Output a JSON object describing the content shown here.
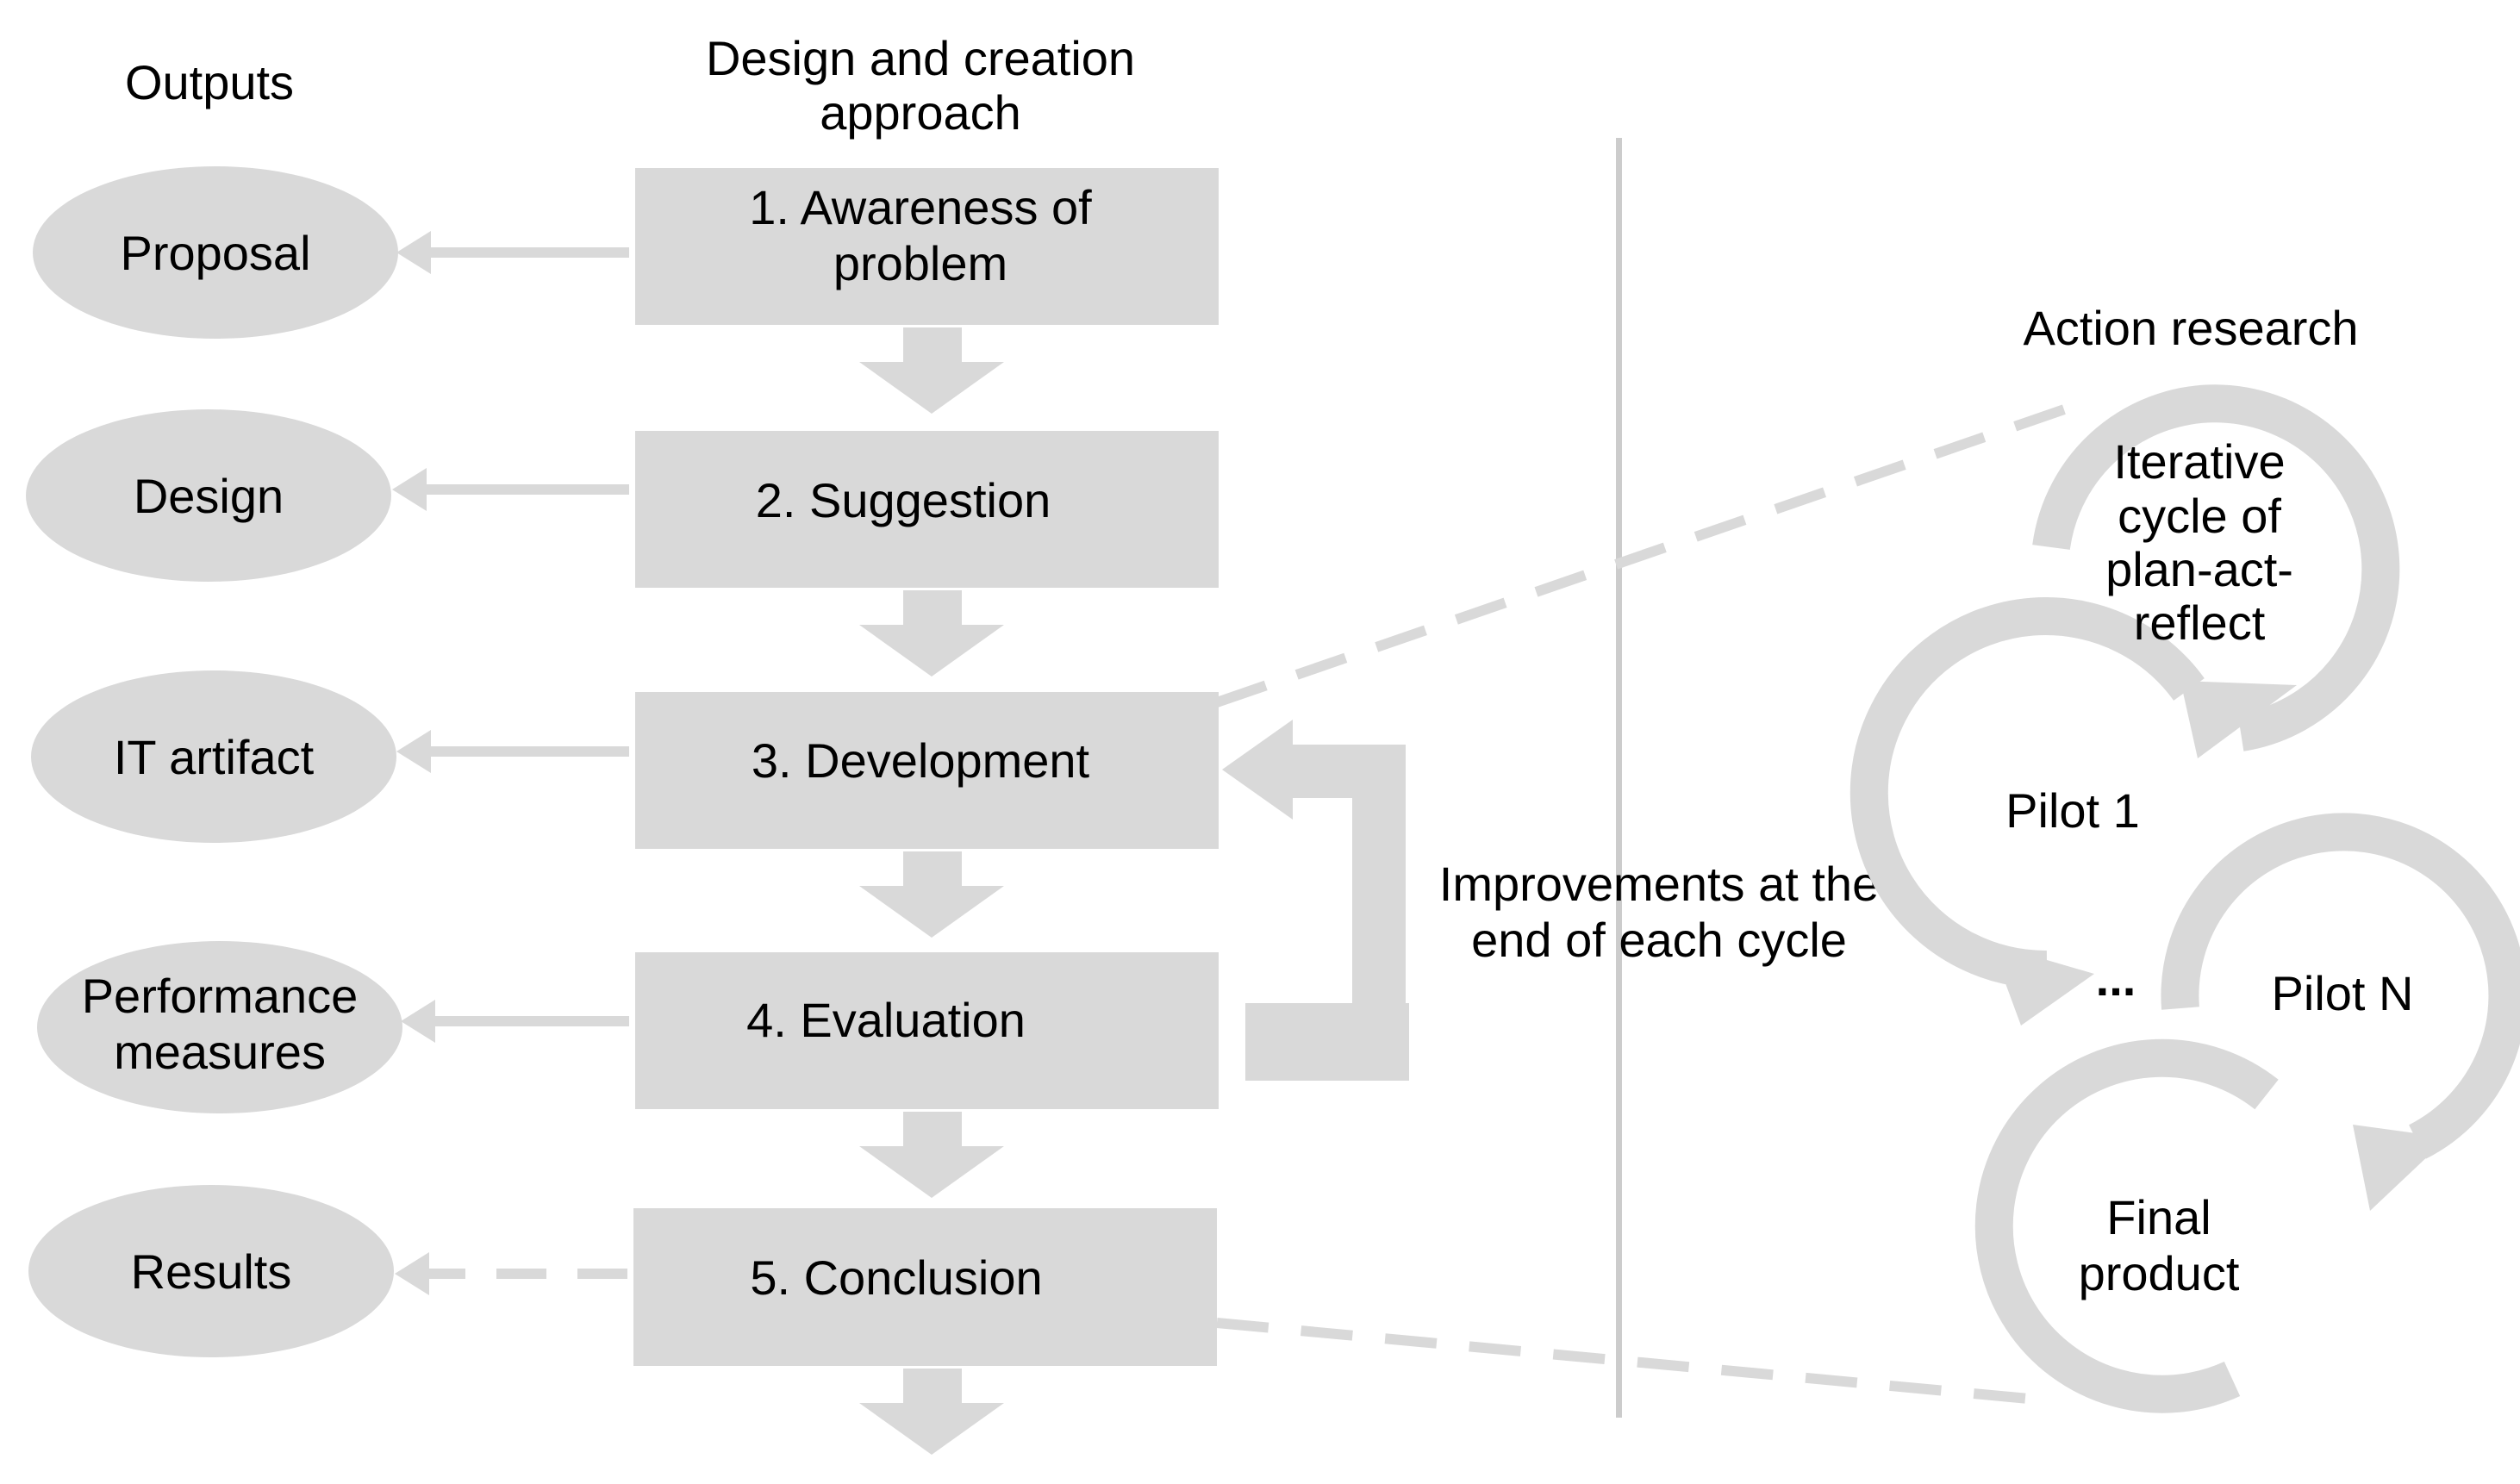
{
  "headers": {
    "outputs": "Outputs",
    "approach_line1": "Design and creation",
    "approach_line2": "approach",
    "action_research": "Action research"
  },
  "steps": [
    {
      "line1": "1. Awareness of",
      "line2": "problem"
    },
    {
      "line1": "2. Suggestion"
    },
    {
      "line1": "3. Development"
    },
    {
      "line1": "4. Evaluation"
    },
    {
      "line1": "5. Conclusion"
    }
  ],
  "outputs": [
    {
      "line1": "Proposal"
    },
    {
      "line1": "Design"
    },
    {
      "line1": "IT artifact"
    },
    {
      "line1": "Performance",
      "line2": "measures"
    },
    {
      "line1": "Results"
    }
  ],
  "feedback": {
    "line1": "Improvements at the",
    "line2": "end of each cycle"
  },
  "cycle": {
    "iterative_line1": "Iterative",
    "iterative_line2": "cycle of",
    "iterative_line3": "plan-act-",
    "iterative_line4": "reflect",
    "pilot1": "Pilot 1",
    "ellipsis": "...",
    "pilotN": "Pilot N",
    "final_line1": "Final",
    "final_line2": "product"
  },
  "colors": {
    "shape_fill": "#d9d9d9",
    "text": "#000000",
    "background": "#ffffff"
  }
}
